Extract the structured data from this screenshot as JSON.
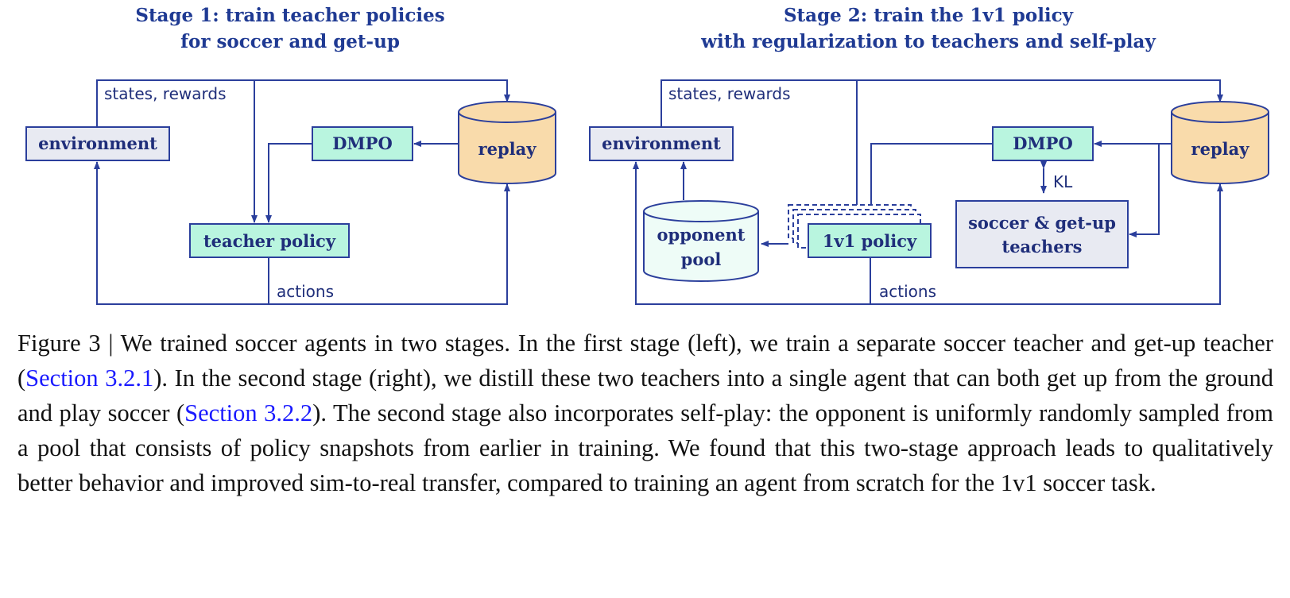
{
  "stage1": {
    "title_line1": "Stage 1: train teacher policies",
    "title_line2": "for soccer and get-up",
    "environment": "environment",
    "dmpo": "DMPO",
    "replay": "replay",
    "teacher_policy": "teacher policy",
    "states_rewards": "states, rewards",
    "actions": "actions"
  },
  "stage2": {
    "title_line1": "Stage 2: train the 1v1 policy",
    "title_line2": "with regularization to teachers and self-play",
    "environment": "environment",
    "dmpo": "DMPO",
    "replay": "replay",
    "kl": "KL",
    "teachers_line1": "soccer & get-up",
    "teachers_line2": "teachers",
    "opponent_line1": "opponent",
    "opponent_line2": "pool",
    "policy": "1v1 policy",
    "states_rewards": "states, rewards",
    "actions": "actions"
  },
  "caption": {
    "part1": "Figure 3 | We trained soccer agents in two stages. In the first stage (left), we train a separate soccer teacher and get-up teacher (",
    "ref1": "Section 3.2.1",
    "part2": "). In the second stage (right), we distill these two teachers into a single agent that can both get up from the ground and play soccer (",
    "ref2": "Section 3.2.2",
    "part3": "). The second stage also incorporates self-play: the opponent is uniformly randomly sampled from a pool that consists of policy snapshots from earlier in training. We found that this two-stage approach leads to qualitatively better behavior and improved sim-to-real transfer, compared to training an agent from scratch for the 1v1 soccer task."
  },
  "colors": {
    "stroke": "#2b3f9c",
    "mint": "#b9f5df",
    "gray_box": "#e8eaf2",
    "replay_orange": "#f9dbab",
    "pool_pale": "#eefcf7",
    "title_blue": "#1f3a93",
    "link_blue": "#1a1aff"
  }
}
